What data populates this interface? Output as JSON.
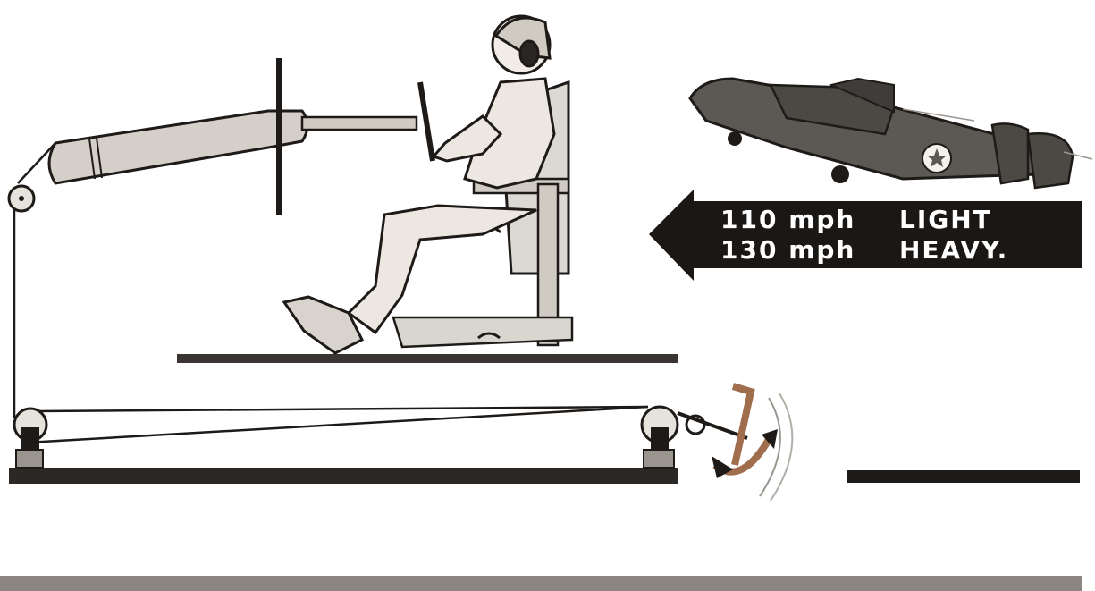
{
  "speed_sign": {
    "line1_speed": "110 mph",
    "line1_label": "LIGHT",
    "line2_speed": "130 mph",
    "line2_label": "HEAVY."
  },
  "icons": {
    "aircraft": "bomber-aircraft-icon",
    "anchor": "anchor-icon",
    "pilot": "pilot-figure-icon"
  },
  "colors": {
    "ink": "#1e1a17",
    "metal": "#cfcac2",
    "seat": "#d9d5cf",
    "floor": "#8a8580",
    "aircraft": "#5a5954",
    "anchor": "#b07a58",
    "sign": "#1a1714"
  }
}
